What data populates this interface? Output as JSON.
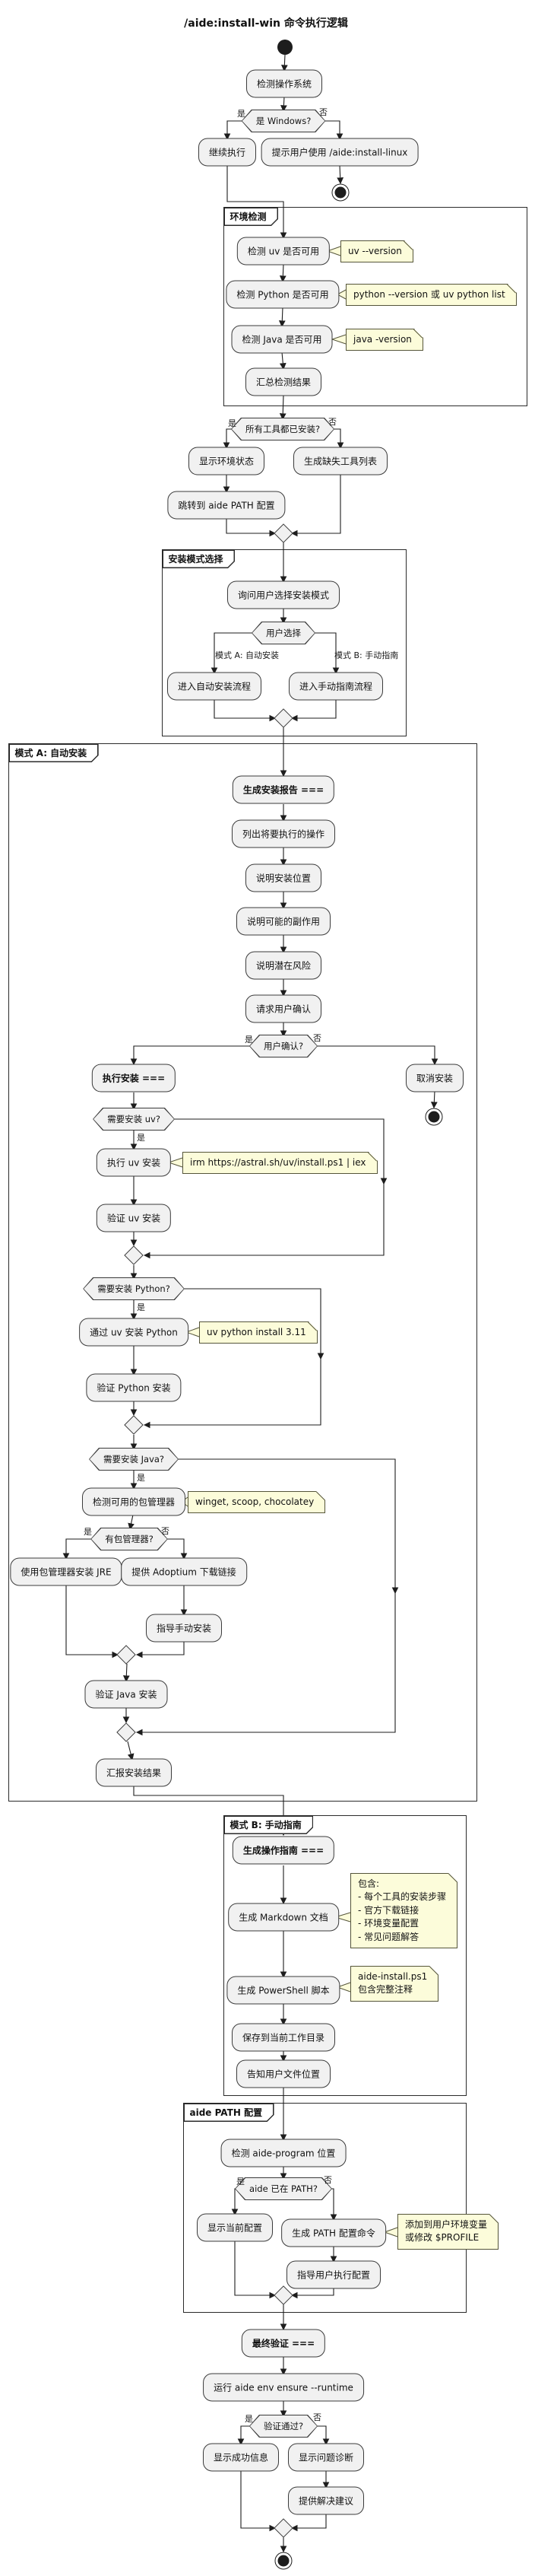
{
  "diagram": {
    "title": "/aide:install-win 命令执行逻辑",
    "type": "activity-flowchart"
  },
  "partitions": {
    "env_check": "环境检测",
    "mode_select": "安装模式选择",
    "mode_a": "模式 A: 自动安装",
    "mode_b": "模式 B: 手动指南",
    "aide_path": "aide PATH 配置"
  },
  "nodes": {
    "detect_os": "检测操作系统",
    "is_windows": "是 Windows?",
    "continue_exec": "继续执行",
    "use_linux": "提示用户使用 /aide:install-linux",
    "check_uv": "检测 uv 是否可用",
    "check_python": "检测 Python 是否可用",
    "check_java": "检测 Java 是否可用",
    "summarize": "汇总检测结果",
    "all_installed": "所有工具都已安装?",
    "show_env": "显示环境状态",
    "missing_list": "生成缺失工具列表",
    "goto_path": "跳转到 aide PATH 配置",
    "ask_mode": "询问用户选择安装模式",
    "user_choice": "用户选择",
    "enter_auto": "进入自动安装流程",
    "enter_manual": "进入手动指南流程",
    "gen_report": "生成安装报告 ===",
    "list_ops": "列出将要执行的操作",
    "explain_loc": "说明安装位置",
    "explain_side": "说明可能的副作用",
    "explain_risk": "说明潜在风险",
    "ask_confirm": "请求用户确认",
    "user_confirm": "用户确认?",
    "exec_install": "执行安装 ===",
    "cancel_install": "取消安装",
    "need_uv": "需要安装 uv?",
    "install_uv": "执行 uv 安装",
    "verify_uv": "验证 uv 安装",
    "need_python": "需要安装 Python?",
    "install_python": "通过 uv 安装 Python",
    "verify_python": "验证 Python 安装",
    "need_java": "需要安装 Java?",
    "detect_pkgmgr": "检测可用的包管理器",
    "has_pkgmgr": "有包管理器?",
    "pkgmgr_jre": "使用包管理器安装 JRE",
    "adoptium_link": "提供 Adoptium 下载链接",
    "guide_manual": "指导手动安装",
    "verify_java": "验证 Java 安装",
    "report_result": "汇报安装结果",
    "gen_guide": "生成操作指南 ===",
    "gen_markdown": "生成 Markdown 文档",
    "gen_ps1": "生成 PowerShell 脚本",
    "save_cwd": "保存到当前工作目录",
    "tell_location": "告知用户文件位置",
    "detect_aide": "检测 aide-program 位置",
    "aide_in_path": "aide 已在 PATH?",
    "show_config": "显示当前配置",
    "gen_path_cmd": "生成 PATH 配置命令",
    "guide_config": "指导用户执行配置",
    "final_verify": "最终验证 ===",
    "run_ensure": "运行 aide env ensure --runtime",
    "verify_pass": "验证通过?",
    "show_success": "显示成功信息",
    "show_diag": "显示问题诊断",
    "offer_fix": "提供解决建议"
  },
  "notes": {
    "uv_version": "uv --version",
    "python_version": "python --version 或 uv python list",
    "java_version": "java -version",
    "uv_install_cmd": "irm https://astral.sh/uv/install.ps1 | iex",
    "uv_python_cmd": "uv python install 3.11",
    "pkg_managers": "winget, scoop, chocolatey",
    "md_contents": "包含:\n- 每个工具的安装步骤\n- 官方下载链接\n- 环境变量配置\n- 常见问题解答",
    "ps1_note": "aide-install.ps1\n包含完整注释",
    "path_note": "添加到用户环境变量\n或修改 $PROFILE"
  },
  "edge_labels": {
    "yes": "是",
    "no": "否",
    "mode_a": "模式 A: 自动安装",
    "mode_b": "模式 B: 手动指南"
  },
  "colors": {
    "node_fill": "#f1f1f1",
    "node_border": "#3b3b3b",
    "note_fill": "#fcfcda",
    "line": "#1d1d1d"
  }
}
